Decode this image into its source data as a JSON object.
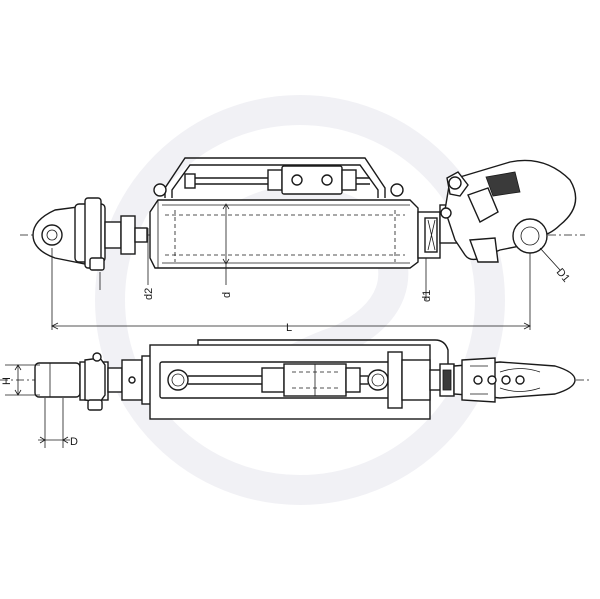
{
  "labels": {
    "d2": "d2",
    "d": "d",
    "d1": "d1",
    "D1": "D1",
    "L": "L",
    "H": "H",
    "D": "D"
  }
}
